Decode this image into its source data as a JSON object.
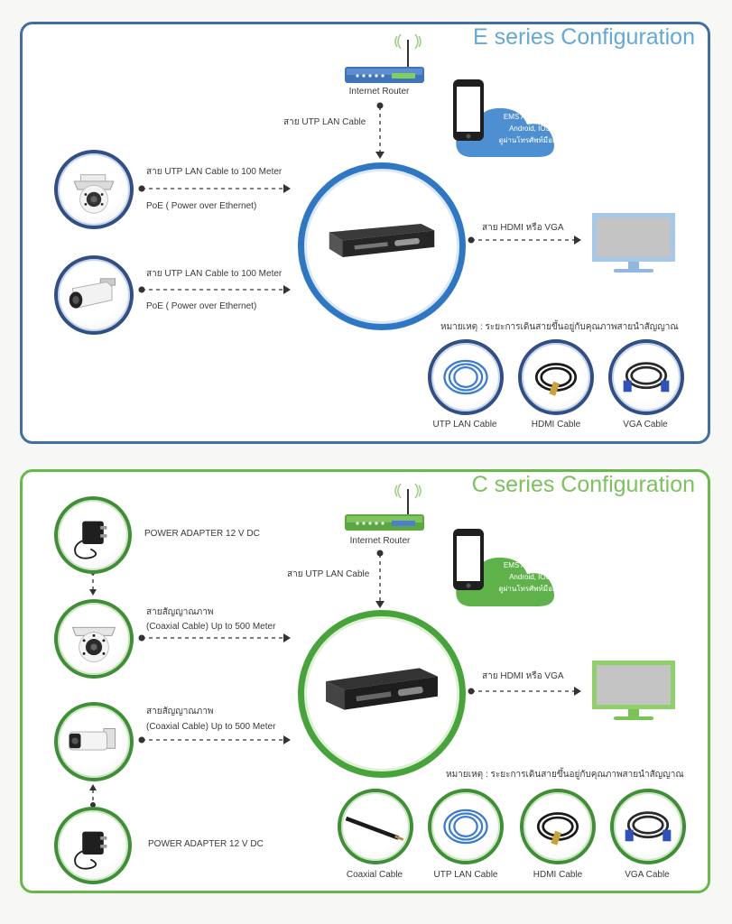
{
  "e_series": {
    "title": "E series Configuration",
    "router_label": "Internet Router",
    "router_link_label": "สาย UTP LAN Cable",
    "cloud": {
      "line1": "EMS Application",
      "line2": "Android, IOS",
      "line3": "ดูผ่านโทรศัพท์มือถือ"
    },
    "camera1": {
      "cable_label": "สาย UTP LAN Cable to 100 Meter",
      "power_label": "PoE ( Power over Ethernet)"
    },
    "camera2": {
      "cable_label": "สาย UTP LAN Cable to 100 Meter",
      "power_label": "PoE ( Power over Ethernet)"
    },
    "monitor_link_label": "สาย HDMI หรือ VGA",
    "note": "หมายเหตุ : ระยะการเดินสายขึ้นอยู่กับคุณภาพสายนำสัญญาณ",
    "cables": [
      "UTP LAN Cable",
      "HDMI Cable",
      "VGA Cable"
    ]
  },
  "c_series": {
    "title": "C series Configuration",
    "router_label": "Internet Router",
    "router_link_label": "สาย UTP LAN Cable",
    "cloud": {
      "line1": "EMS Application",
      "line2": "Android, IOS",
      "line3": "ดูผ่านโทรศัพท์มือถือ"
    },
    "adapter_top_label": "POWER ADAPTER 12 V DC",
    "adapter_bottom_label": "POWER ADAPTER 12 V DC",
    "camera1": {
      "title": "สายสัญญาณภาพ",
      "cable_label": "(Coaxial Cable) Up to 500 Meter"
    },
    "camera2": {
      "title": "สายสัญญาณภาพ",
      "cable_label": "(Coaxial Cable) Up to 500 Meter"
    },
    "monitor_link_label": "สาย HDMI หรือ VGA",
    "note": "หมายเหตุ : ระยะการเดินสายขึ้นอยู่กับคุณภาพสายนำสัญญาณ",
    "cables": [
      "Coaxial Cable",
      "UTP LAN Cable",
      "HDMI Cable",
      "VGA Cable"
    ]
  },
  "colors": {
    "e_border": "#3f6fa6",
    "e_accent": "#2d77c4",
    "e_title": "#62a9d8",
    "c_border": "#67b94a",
    "c_accent": "#47a43a",
    "c_title": "#7cc25d",
    "cloud_e": "#4d8fd0",
    "cloud_c": "#5fb24a"
  },
  "icons": [
    "dome-camera-icon",
    "bullet-camera-icon",
    "dvr-recorder-icon",
    "router-icon",
    "smartphone-icon",
    "cloud-icon",
    "monitor-icon",
    "lan-cable-icon",
    "hdmi-cable-icon",
    "vga-cable-icon",
    "coaxial-cable-icon",
    "power-adapter-icon"
  ]
}
